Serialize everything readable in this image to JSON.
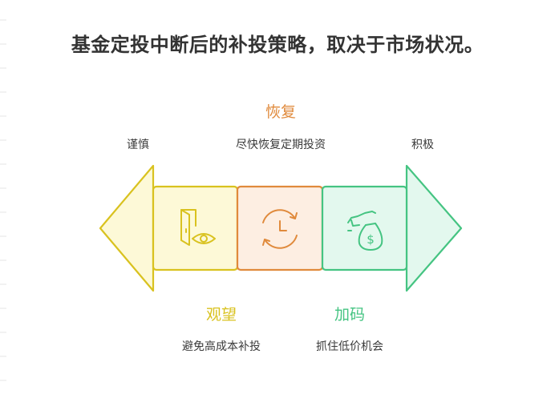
{
  "title": "基金定投中断后的补投策略，取决于市场状况。",
  "sides": {
    "left": "谨慎",
    "right": "积极"
  },
  "stages": [
    {
      "heading": "观望",
      "detail": "避免高成本补投",
      "color": "#d9c21f",
      "fill": "#fdf9d7",
      "icon": "door-eye-icon"
    },
    {
      "heading": "恢复",
      "detail": "尽快恢复定期投资",
      "color": "#e08a3c",
      "fill": "#fdeee2",
      "icon": "clock-refresh-icon"
    },
    {
      "heading": "加码",
      "detail": "抓住低价机会",
      "color": "#45c482",
      "fill": "#e3f8ee",
      "icon": "money-bag-hand-icon"
    }
  ]
}
